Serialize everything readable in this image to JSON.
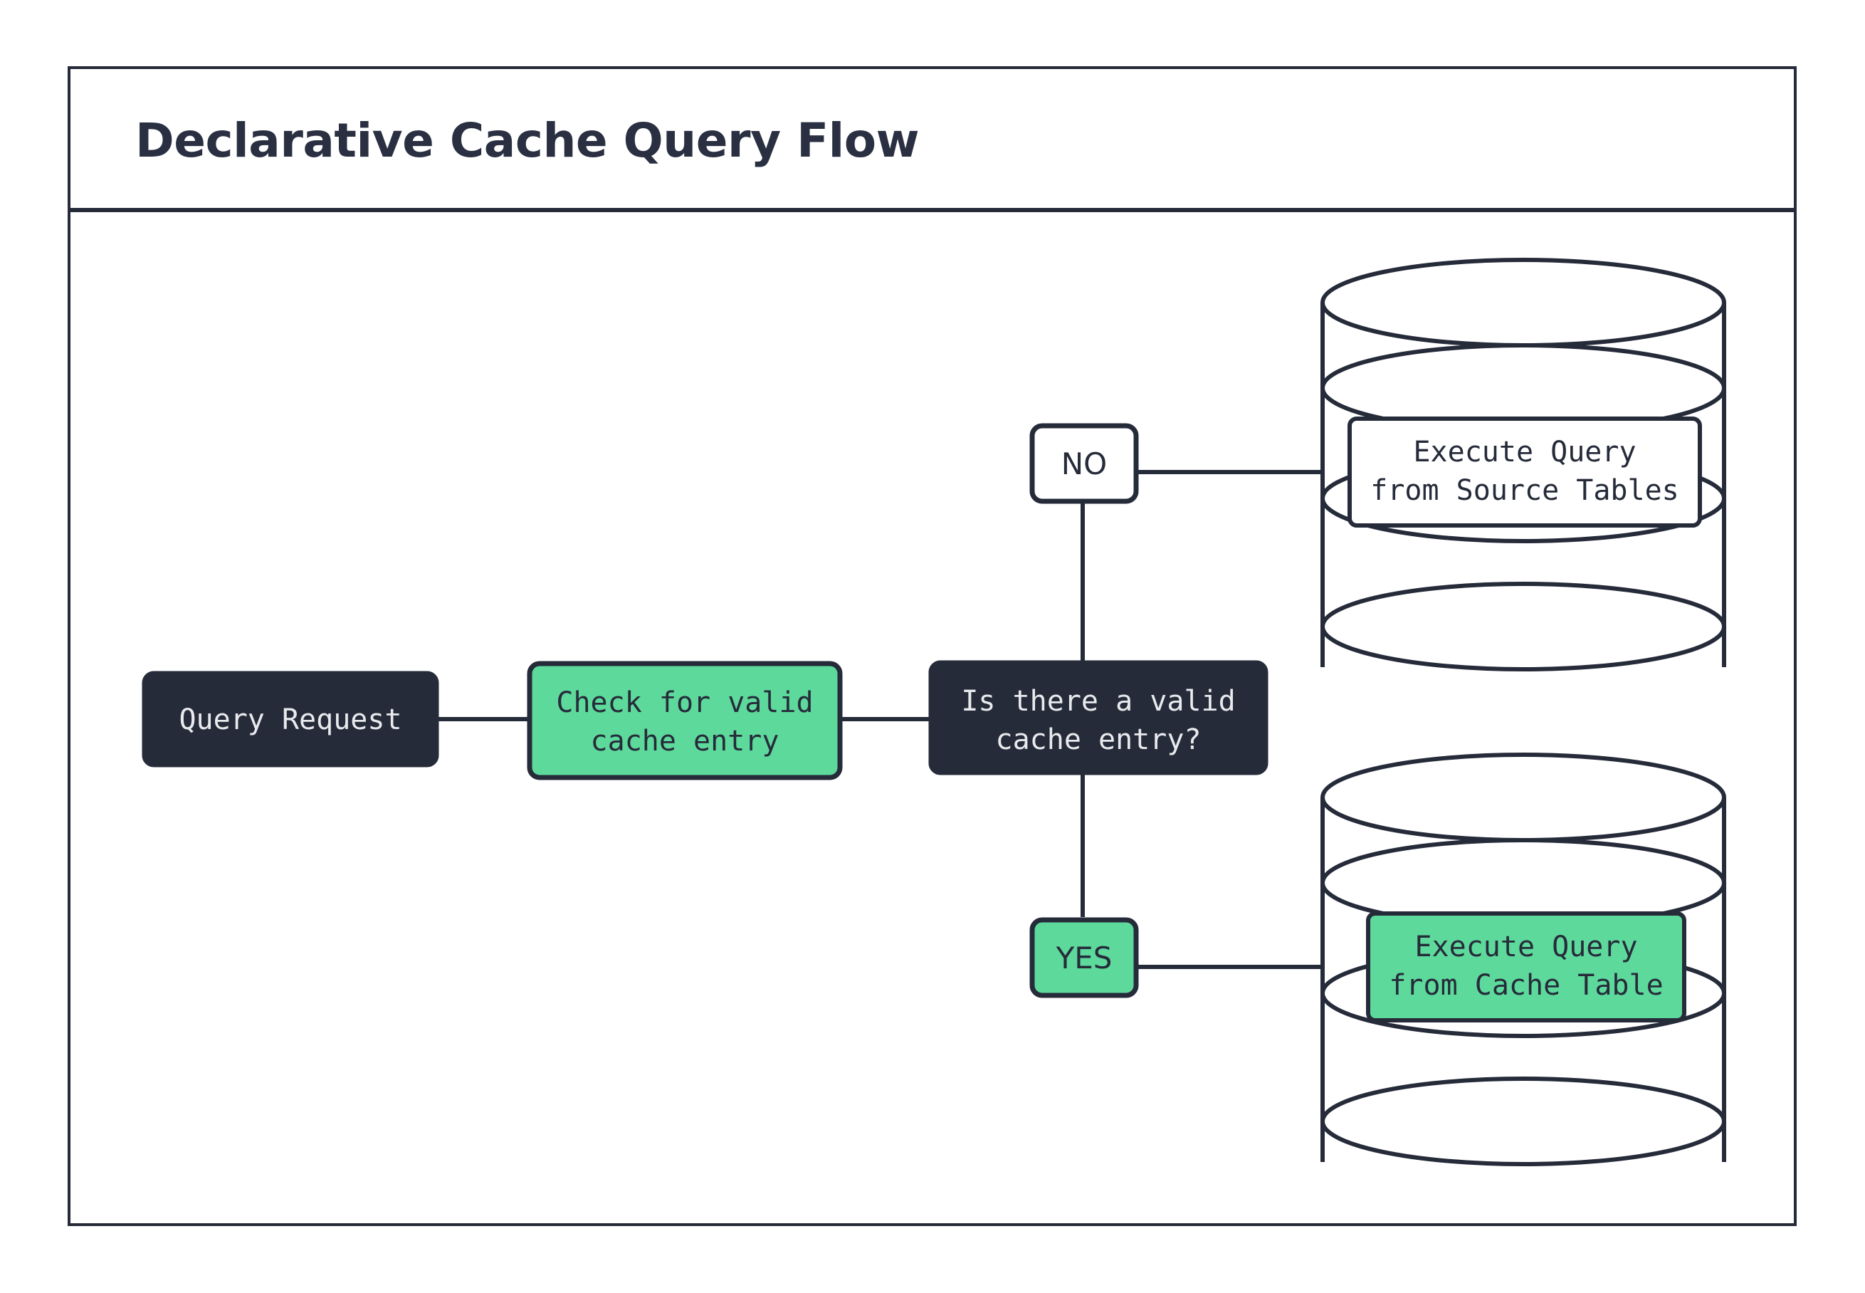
{
  "page": {
    "title": "Declarative Cache Query Flow",
    "background_color": "#ffffff",
    "border_color": "#262B3A"
  },
  "colors": {
    "dark": "#262B3A",
    "green": "#5ED99C",
    "white": "#ffffff",
    "light_text": "#E8EAED"
  },
  "diagram": {
    "type": "flowchart",
    "nodes": [
      {
        "id": "query-request",
        "label_line1": "Query Request",
        "label_line2": "",
        "shape": "rounded-rect",
        "fill": "#262B3A",
        "text_color": "#E8EAED"
      },
      {
        "id": "check-cache",
        "label_line1": "Check for valid",
        "label_line2": "cache entry",
        "shape": "rounded-rect",
        "fill": "#5ED99C",
        "text_color": "#262B3A"
      },
      {
        "id": "decision",
        "label_line1": "Is there a valid",
        "label_line2": "cache entry?",
        "shape": "rounded-rect",
        "fill": "#262B3A",
        "text_color": "#E8EAED"
      },
      {
        "id": "source-tables-db",
        "label_line1": "Execute Query",
        "label_line2": "from Source Tables",
        "shape": "cylinder",
        "fill": "#ffffff",
        "text_color": "#262B3A"
      },
      {
        "id": "cache-table-db",
        "label_line1": "Execute Query",
        "label_line2": "from Cache Table",
        "shape": "cylinder",
        "fill": "#5ED99C",
        "text_color": "#262B3A"
      }
    ],
    "edge_labels": [
      {
        "id": "no-branch",
        "label": "NO",
        "fill": "#ffffff",
        "text_color": "#262B3A"
      },
      {
        "id": "yes-branch",
        "label": "YES",
        "fill": "#5ED99C",
        "text_color": "#262B3A"
      }
    ],
    "edges": [
      {
        "from": "query-request",
        "to": "check-cache"
      },
      {
        "from": "check-cache",
        "to": "decision"
      },
      {
        "from": "decision",
        "to": "no-branch"
      },
      {
        "from": "no-branch",
        "to": "source-tables-db"
      },
      {
        "from": "decision",
        "to": "yes-branch"
      },
      {
        "from": "yes-branch",
        "to": "cache-table-db"
      }
    ]
  }
}
